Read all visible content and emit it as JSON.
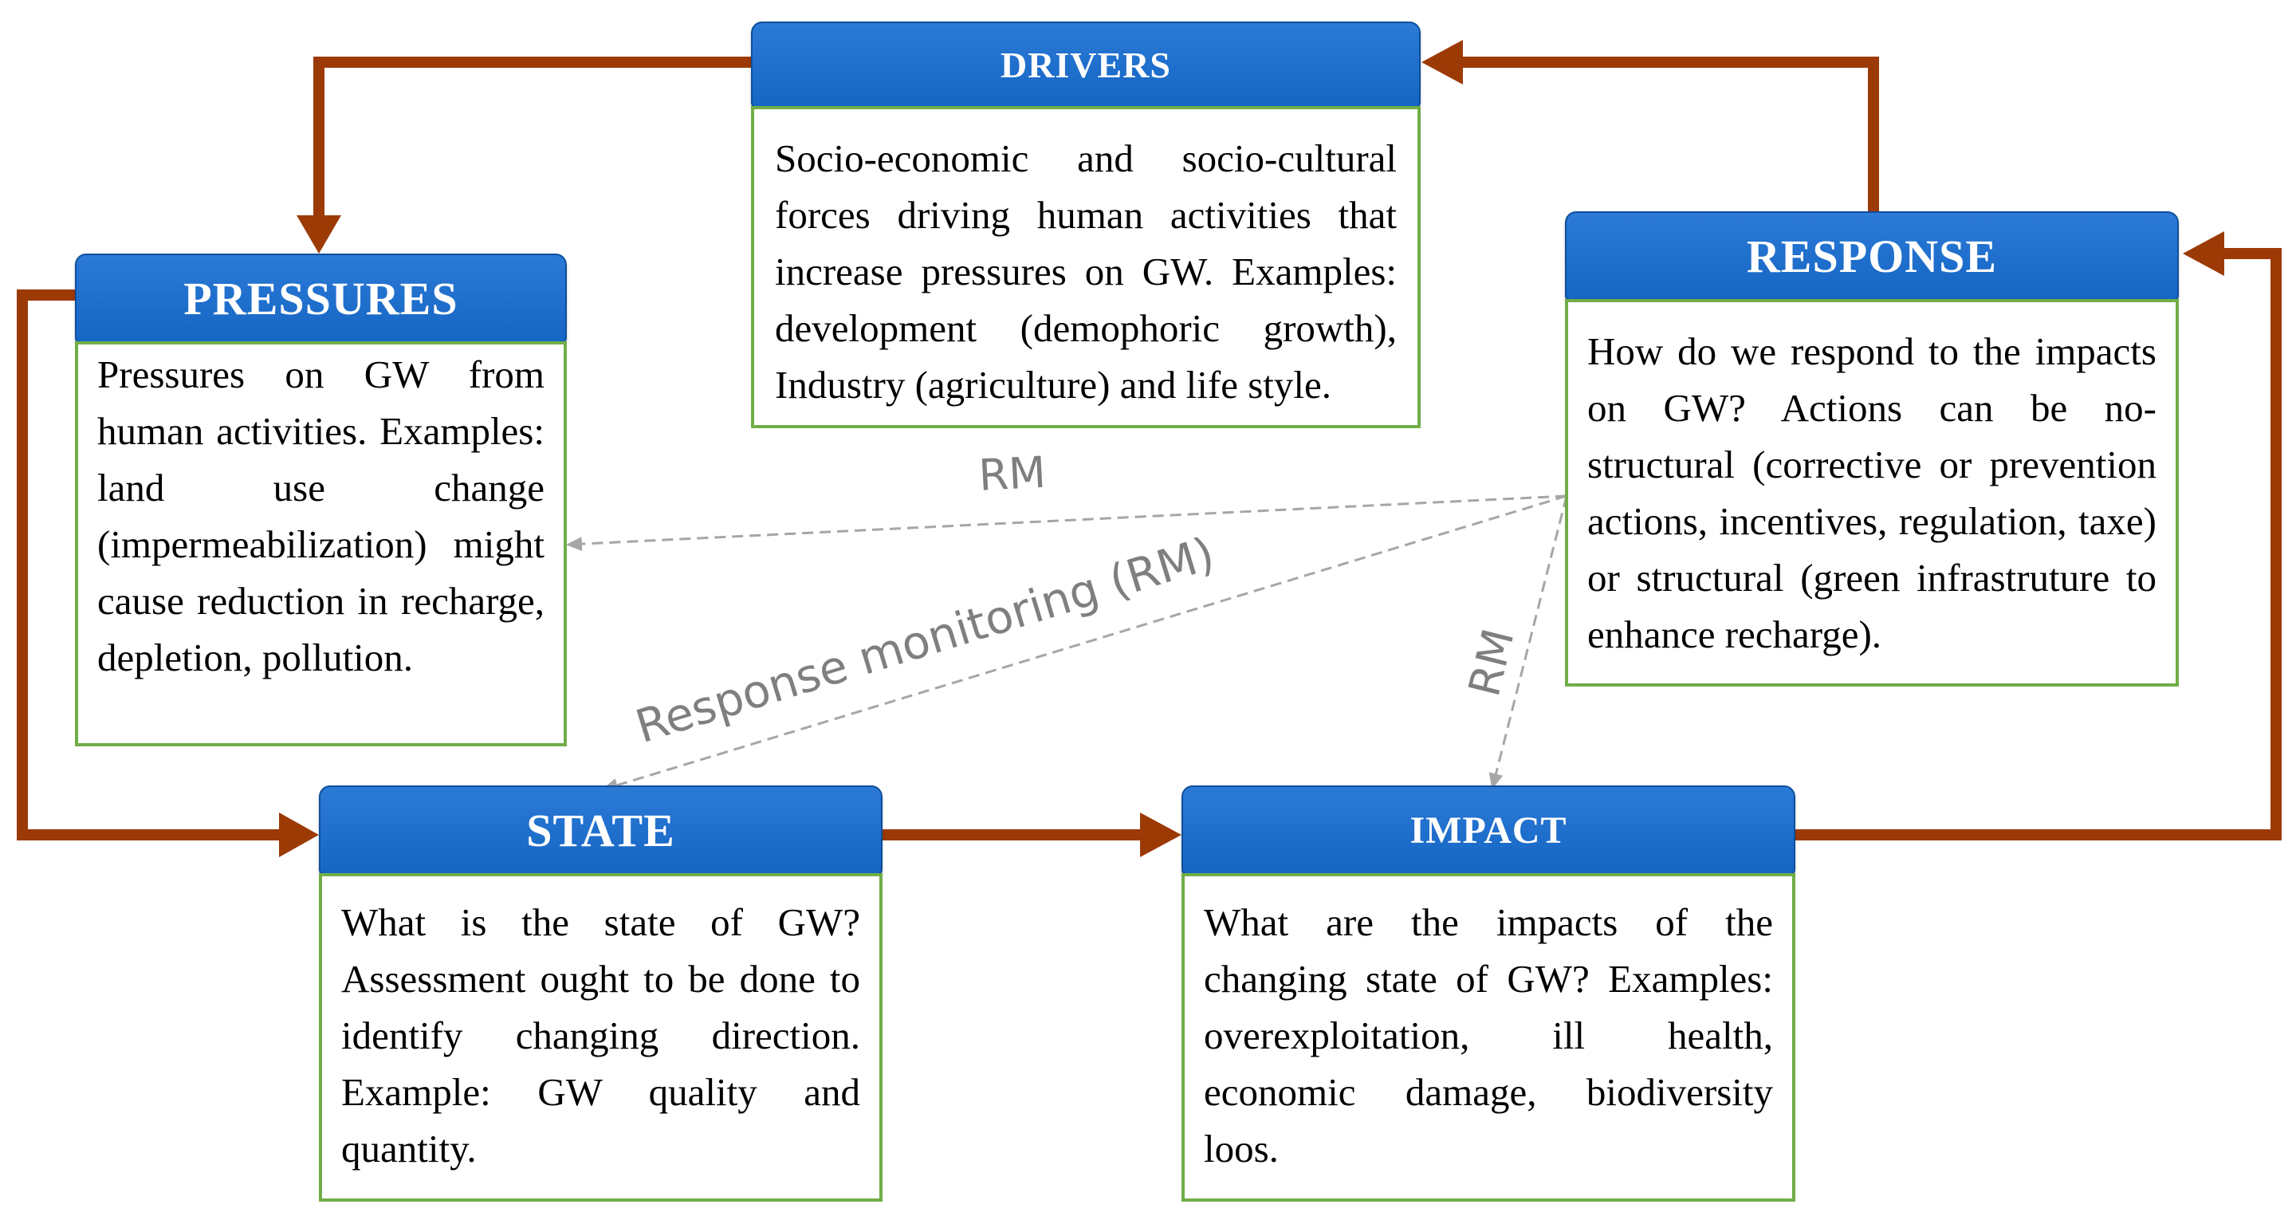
{
  "colors": {
    "header_fill": "#1565c4",
    "body_border": "#70ad47",
    "cycle_arrow": "#9c3a06",
    "monitoring_arrow": "#a6a6a6",
    "monitoring_text": "#7f7f7f"
  },
  "nodes": {
    "drivers": {
      "title": "DRIVERS",
      "text": "Socio-economic and socio-cultural forces driving human activities that increase pressures on GW. Examples: development (demophoric growth), Industry (agriculture) and life style."
    },
    "pressures": {
      "title": "PRESSURES",
      "text": "Pressures on GW from human activities. Examples: land use change (impermeabilization) might cause reduction in recharge, depletion, pollution."
    },
    "response": {
      "title": "RESPONSE",
      "text": "How do we respond to the impacts on GW? Actions can be no-structural (corrective or prevention actions, incentives, regulation, taxe) or structural (green infrastruture to enhance recharge)."
    },
    "state": {
      "title": "STATE",
      "text": "What is the state of GW? Assessment ought to be done to identify changing direction. Example: GW quality and quantity."
    },
    "impact": {
      "title": "IMPACT",
      "text": "What are the impacts of the changing state of GW? Examples: overexploitation, ill health, economic damage, biodiversity loos."
    }
  },
  "monitoring_labels": {
    "to_pressures": "RM",
    "to_state": "Response monitoring (RM)",
    "to_impact": "RM"
  }
}
